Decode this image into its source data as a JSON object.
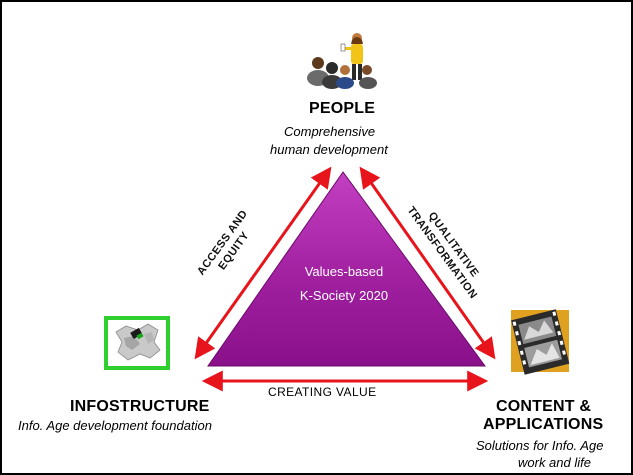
{
  "diagram": {
    "center": {
      "line1": "Values-based",
      "line2": "K-Society 2020"
    },
    "nodes": {
      "people": {
        "title": "PEOPLE",
        "subtitle_line1": "Comprehensive",
        "subtitle_line2": "human development",
        "icon": "people-group-icon"
      },
      "infostructure": {
        "title": "INFOSTRUCTURE",
        "subtitle": "Info. Age development foundation",
        "icon": "map-icon"
      },
      "content": {
        "title_line1": "CONTENT &",
        "title_line2": "APPLICATIONS",
        "subtitle_line1": "Solutions for Info. Age",
        "subtitle_line2": "work and life",
        "icon": "film-strip-icon"
      }
    },
    "edges": {
      "left_line1": "ACCESS AND",
      "left_line2": "EQUITY",
      "right_line1": "QUALITATIVE",
      "right_line2": "TRANSFORMATION",
      "bottom": "CREATING VALUE"
    },
    "colors": {
      "triangle_light": "#d24fd0",
      "triangle_dark": "#7a0a78",
      "arrow": "#e8141c",
      "frame": "#000000"
    }
  }
}
